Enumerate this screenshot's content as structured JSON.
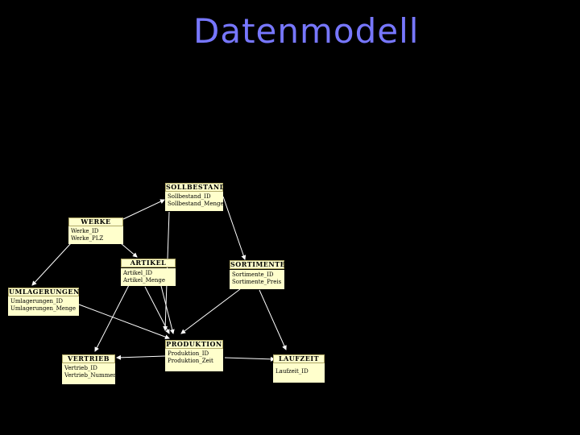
{
  "title": "Datenmodell",
  "entities": {
    "sollbestand": {
      "name": "SOLLBESTAND",
      "fields": [
        "Sollbestand_ID",
        "Sollbestand_Menge"
      ]
    },
    "werke": {
      "name": "WERKE",
      "fields": [
        "Werke_ID",
        "Werke_PLZ"
      ]
    },
    "artikel": {
      "name": "ARTIKEL",
      "fields": [
        "Artikel_ID",
        "Artikel_Menge"
      ]
    },
    "sortimente": {
      "name": "SORTIMENTE",
      "fields": [
        "Sortimente_ID",
        "Sortimente_Preis"
      ]
    },
    "umlagerungen": {
      "name": "UMLAGERUNGEN",
      "fields": [
        "Umlagerungen_ID",
        "Umlagerungen_Menge"
      ]
    },
    "vertrieb": {
      "name": "VERTRIEB",
      "fields": [
        "Vertrieb_ID",
        "Vertrieb_Nummer"
      ]
    },
    "produktion": {
      "name": "PRODUKTION",
      "fields": [
        "Produktion_ID",
        "Produktion_Zeit"
      ]
    },
    "laufzeit": {
      "name": "LAUFZEIT",
      "fields": [
        "Laufzeit_ID"
      ]
    }
  },
  "colors": {
    "background": "#000000",
    "title": "#7777ff",
    "entity_fill": "#ffffcc",
    "connector": "#ffffff"
  }
}
